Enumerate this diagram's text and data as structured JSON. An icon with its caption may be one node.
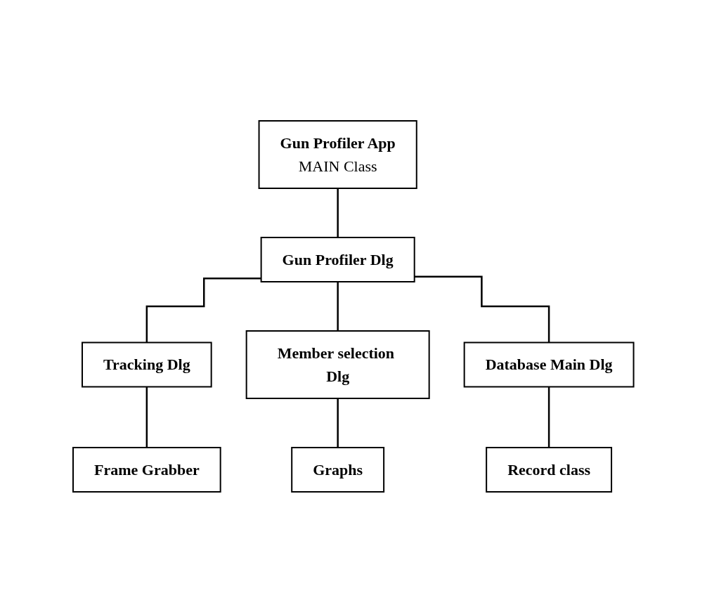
{
  "diagram": {
    "nodes": [
      {
        "text": [
          "Gun Profiler App",
          "MAIN Class"
        ]
      },
      {
        "text": [
          "Gun Profiler Dlg"
        ]
      },
      {
        "text": [
          "Tracking Dlg"
        ]
      },
      {
        "text": [
          "Member selection Dlg"
        ]
      },
      {
        "text": [
          "Database Main Dlg"
        ]
      },
      {
        "text": [
          "Frame Grabber"
        ]
      },
      {
        "text": [
          "Graphs"
        ]
      },
      {
        "text": [
          "Record class"
        ]
      }
    ],
    "edges": [
      {
        "from": 0,
        "to": 1,
        "arrow": "none"
      },
      {
        "from": 1,
        "to": 2,
        "arrow": "none"
      },
      {
        "from": 1,
        "to": 3,
        "arrow": "none"
      },
      {
        "from": 1,
        "to": 4,
        "arrow": "none"
      },
      {
        "from": 2,
        "to": 5,
        "arrow": "none"
      },
      {
        "from": 3,
        "to": 6,
        "arrow": "none"
      },
      {
        "from": 4,
        "to": 7,
        "arrow": "none"
      }
    ]
  }
}
